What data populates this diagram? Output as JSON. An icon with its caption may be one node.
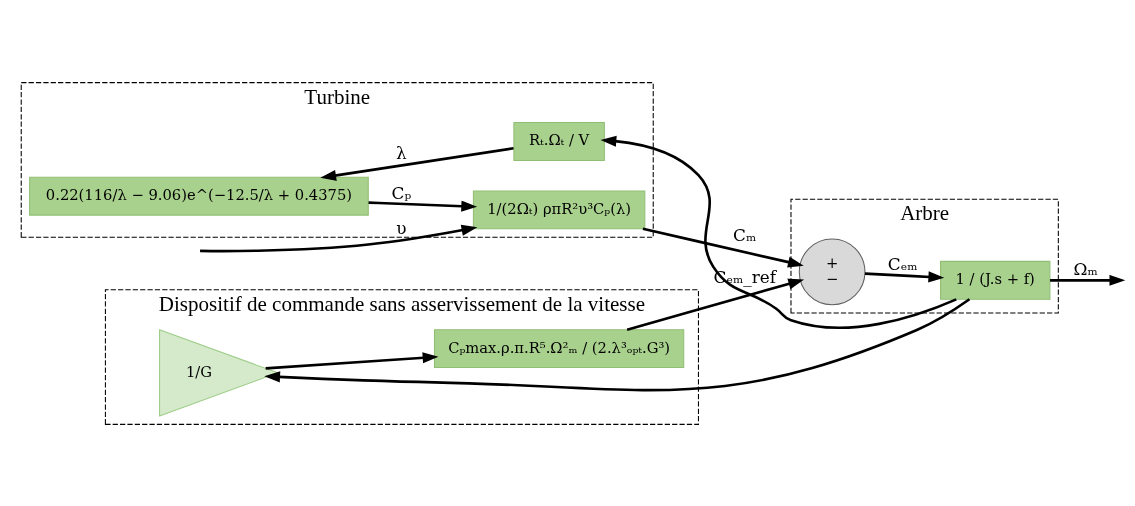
{
  "diagram": {
    "nodes": [
      {
        "text": [
          "Turbine"
        ]
      },
      {
        "text": [
          "0.22(116/λ − 9.06)e^(−12.5/λ + 0.4375)"
        ],
        "in": 0
      },
      {
        "text": [
          "Rₜ.Ωₜ / V"
        ],
        "in": 0
      },
      {
        "text": [
          "1/(2Ωₜ) ρπR²υ³Cₚ(λ)"
        ],
        "in": 0
      },
      {
        "text": [
          "Arbre"
        ]
      },
      {
        "text": [
          "+",
          "−"
        ],
        "in": 4
      },
      {
        "text": [
          "1 / (J.s + f)"
        ],
        "in": 4
      },
      {
        "text": [
          "Dispositif de commande sans asservissement de la vitesse"
        ]
      },
      {
        "text": [
          "1/G"
        ],
        "in": 7
      },
      {
        "text": [
          "Cₚmax.ρ.π.R⁵.Ω²ₘ / (2.λ³ₒₚₜ.G³)"
        ],
        "in": 7
      }
    ],
    "edges": [
      {
        "from": null,
        "to": 3,
        "arrow": "to",
        "label": "υ"
      },
      {
        "from": 2,
        "to": 1,
        "arrow": "to",
        "label": "λ"
      },
      {
        "from": 1,
        "to": 3,
        "arrow": "to",
        "label": "Cₚ"
      },
      {
        "from": 3,
        "to": 5,
        "arrow": "to",
        "label": "Cₘ"
      },
      {
        "from": 5,
        "to": 6,
        "arrow": "to",
        "label": "Cₑₘ"
      },
      {
        "from": 9,
        "to": 5,
        "arrow": "to",
        "label": "Cₑₘ_ref"
      },
      {
        "from": 6,
        "to": null,
        "arrow": "to",
        "label": "Ωₘ"
      },
      {
        "from": 6,
        "to": 2,
        "arrow": "to"
      },
      {
        "from": 6,
        "to": 8,
        "arrow": "to"
      },
      {
        "from": 8,
        "to": 9,
        "arrow": "to"
      }
    ]
  }
}
